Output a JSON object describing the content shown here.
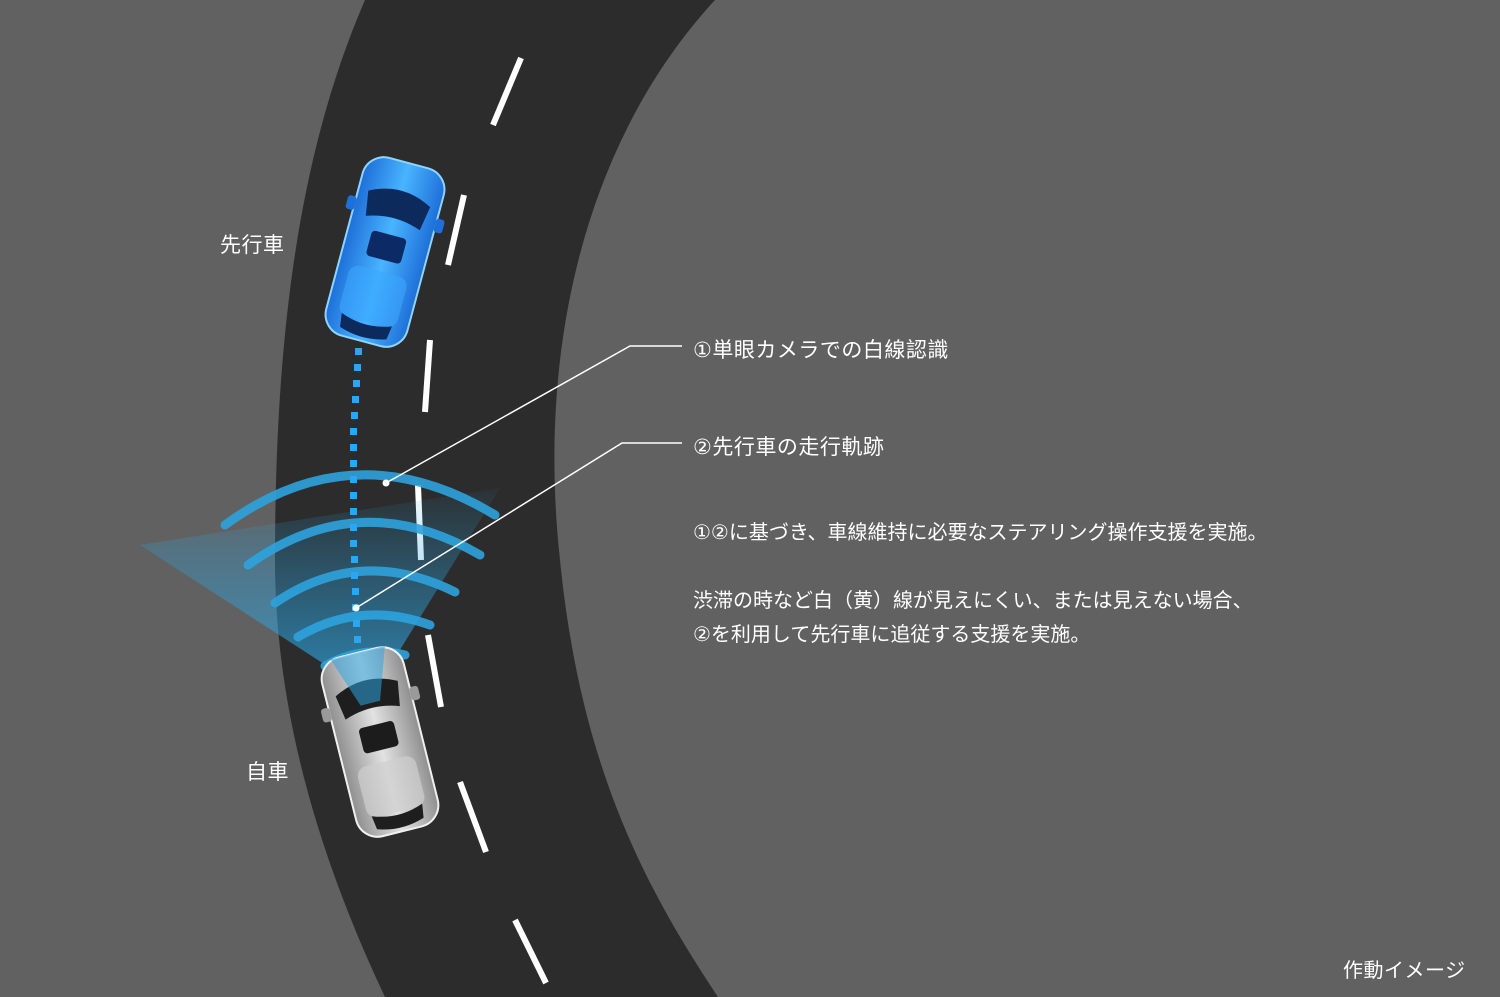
{
  "labels": {
    "lead_vehicle": "先行車",
    "own_vehicle": "自車",
    "callout_1": "①単眼カメラでの白線認識",
    "callout_2": "②先行車の走行軌跡",
    "footer": "作動イメージ"
  },
  "description": {
    "line_1": "①②に基づき、車線維持に必要なステアリング操作支援を実施。",
    "line_2": "渋滞の時など白（黄）線が見えにくい、または見えない場合、",
    "line_3": "②を利用して先行車に追従する支援を実施。"
  },
  "colors": {
    "background": "#616161",
    "road": "#2c2c2c",
    "lane_marking": "#ffffff",
    "lead_vehicle": "#2f8ff0",
    "own_vehicle": "#b9b9b9",
    "trajectory": "#2aa6f2",
    "sensor_waves": "#2ea3de"
  }
}
